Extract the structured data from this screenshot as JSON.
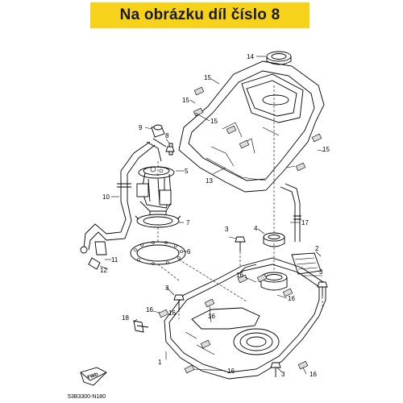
{
  "banner": {
    "title": "Na obrázku díl číslo 8",
    "background": "#f7d21a"
  },
  "diagram": {
    "code": "53B3300-N180",
    "fwd_label": "FWD",
    "callouts": [
      "14",
      "15",
      "15",
      "15",
      "13",
      "15",
      "9",
      "8",
      "5",
      "10",
      "7",
      "6",
      "11",
      "12",
      "3",
      "4",
      "2",
      "17",
      "3",
      "16",
      "16",
      "3",
      "16",
      "18",
      "16",
      "16",
      "1",
      "16",
      "3",
      "16"
    ]
  }
}
